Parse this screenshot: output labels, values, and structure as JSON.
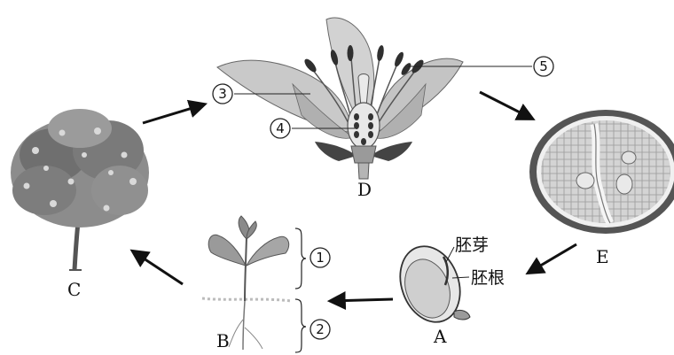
{
  "stages": {
    "A": "A",
    "B": "B",
    "C": "C",
    "D": "D",
    "E": "E"
  },
  "seed_parts": {
    "plumule": "胚芽",
    "radicle": "胚根"
  },
  "markers": {
    "m1": "①",
    "m2": "②",
    "m3": "③",
    "m4": "④",
    "m5": "⑤"
  }
}
